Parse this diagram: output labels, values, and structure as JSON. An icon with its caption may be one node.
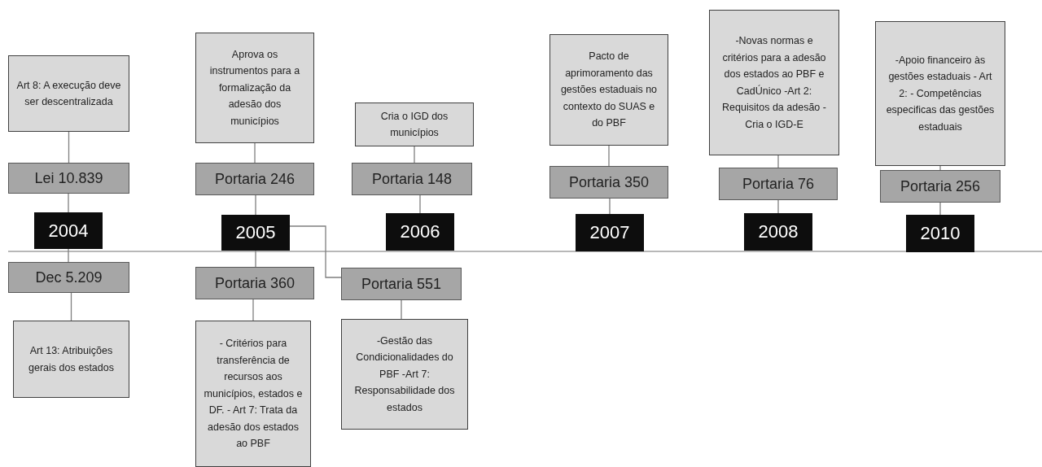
{
  "diagram": {
    "nodes": [
      {
        "text": [
          "Art 8: A execução deve ser descentralizada"
        ]
      },
      {
        "text": [
          "Lei 10.839"
        ]
      },
      {
        "text": [
          "2004"
        ]
      },
      {
        "text": [
          "Dec 5.209"
        ]
      },
      {
        "text": [
          "Art 13: Atribuições gerais dos estados"
        ]
      },
      {
        "text": [
          "Aprova os instrumentos para a formalização da adesão dos municípios"
        ]
      },
      {
        "text": [
          "Portaria 246"
        ]
      },
      {
        "text": [
          "2005"
        ]
      },
      {
        "text": [
          "Portaria 360"
        ]
      },
      {
        "text": [
          "- Critérios para transferência de recursos aos municípios, estados e DF. - Art 7: Trata da adesão dos estados ao PBF"
        ]
      },
      {
        "text": [
          "Portaria 551"
        ]
      },
      {
        "text": [
          "-Gestão das Condicionalidades do PBF -Art 7: Responsabilidade dos estados"
        ]
      },
      {
        "text": [
          "Cria o IGD dos municípios"
        ]
      },
      {
        "text": [
          "Portaria 148"
        ]
      },
      {
        "text": [
          "2006"
        ]
      },
      {
        "text": [
          "Pacto de aprimoramento das gestões estaduais no contexto do SUAS e do PBF"
        ]
      },
      {
        "text": [
          "Portaria 350"
        ]
      },
      {
        "text": [
          "2007"
        ]
      },
      {
        "text": [
          "-Novas normas e critérios para a adesão dos estados ao PBF e CadÚnico -Art 2: Requisitos da adesão - Cria o IGD-E"
        ]
      },
      {
        "text": [
          "Portaria 76"
        ]
      },
      {
        "text": [
          "2008"
        ]
      },
      {
        "text": [
          "-Apoio financeiro às gestões estaduais - Art 2: - Competências especificas das gestões estaduais"
        ]
      },
      {
        "text": [
          "Portaria 256"
        ]
      },
      {
        "text": [
          "2010"
        ]
      }
    ],
    "edges": [
      {
        "from": 0,
        "to": 1,
        "arrow": "none"
      },
      {
        "from": 1,
        "to": 2,
        "arrow": "none"
      },
      {
        "from": 2,
        "to": 3,
        "arrow": "none"
      },
      {
        "from": 3,
        "to": 4,
        "arrow": "none"
      },
      {
        "from": 5,
        "to": 6,
        "arrow": "none"
      },
      {
        "from": 6,
        "to": 7,
        "arrow": "none"
      },
      {
        "from": 7,
        "to": 8,
        "arrow": "none"
      },
      {
        "from": 8,
        "to": 9,
        "arrow": "none"
      },
      {
        "from": 7,
        "to": 10,
        "arrow": "none"
      },
      {
        "from": 10,
        "to": 11,
        "arrow": "none"
      },
      {
        "from": 12,
        "to": 13,
        "arrow": "none"
      },
      {
        "from": 13,
        "to": 14,
        "arrow": "none"
      },
      {
        "from": 15,
        "to": 16,
        "arrow": "none"
      },
      {
        "from": 16,
        "to": 17,
        "arrow": "none"
      },
      {
        "from": 18,
        "to": 19,
        "arrow": "none"
      },
      {
        "from": 19,
        "to": 20,
        "arrow": "none"
      },
      {
        "from": 21,
        "to": 22,
        "arrow": "none"
      },
      {
        "from": 22,
        "to": 23,
        "arrow": "none"
      }
    ]
  }
}
